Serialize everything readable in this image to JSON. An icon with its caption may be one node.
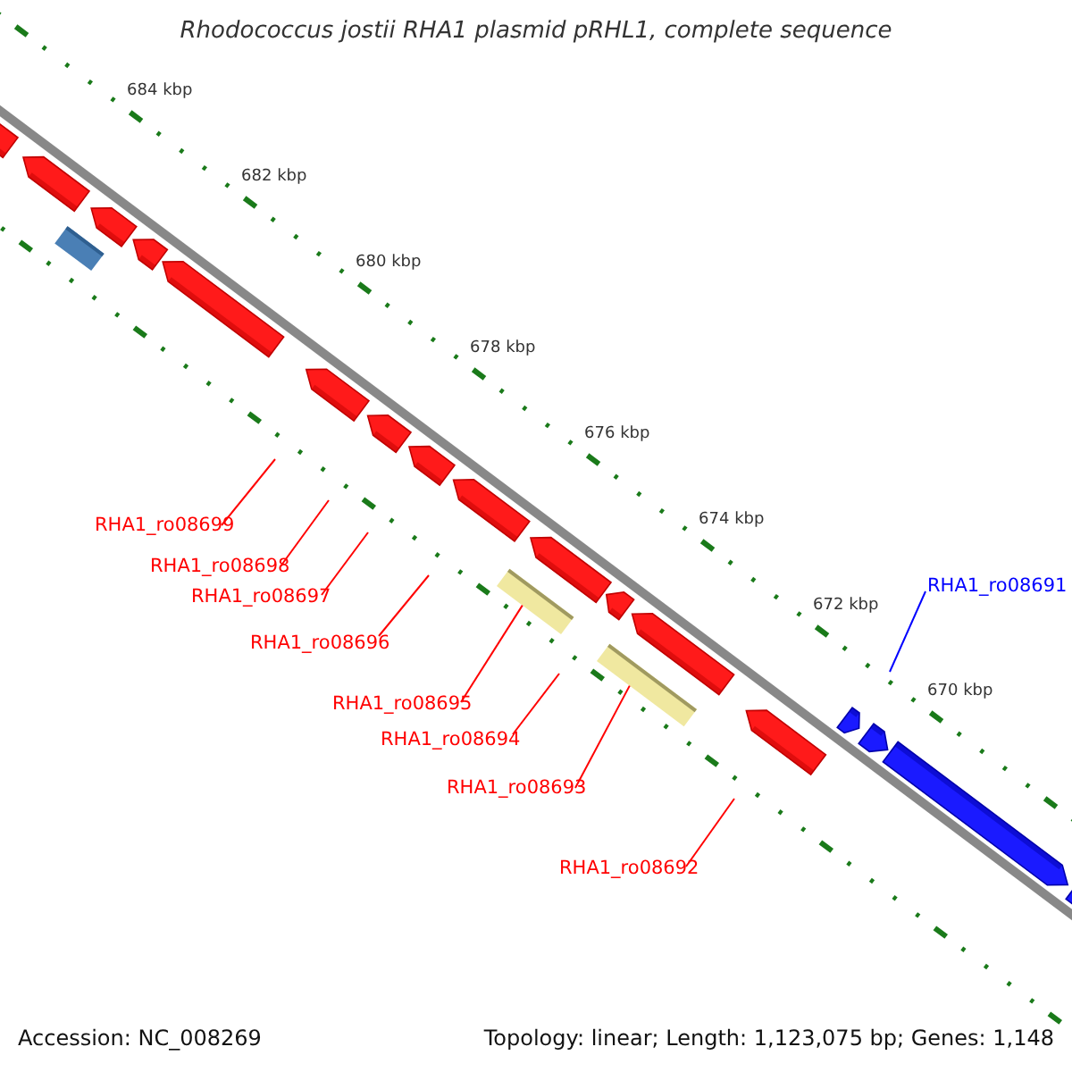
{
  "diagram": {
    "title": "Rhodococcus jostii RHA1 plasmid pRHL1, complete sequence",
    "nodes": [
      {
        "text": [
          "RHA1_ro08691"
        ]
      },
      {
        "text": [
          "RHA1_ro08699"
        ]
      },
      {
        "text": [
          "RHA1_ro08698"
        ]
      },
      {
        "text": [
          "RHA1_ro08697"
        ]
      },
      {
        "text": [
          "RHA1_ro08696"
        ]
      },
      {
        "text": [
          "RHA1_ro08695"
        ]
      },
      {
        "text": [
          "RHA1_ro08694"
        ]
      },
      {
        "text": [
          "RHA1_ro08693"
        ]
      },
      {
        "text": [
          "RHA1_ro08692"
        ]
      },
      {
        "text": [],
        "shape": "bar"
      },
      {
        "text": [],
        "shape": "bar"
      }
    ],
    "edges": [
      {
        "from": 0,
        "to": null,
        "arrow": "none",
        "color": "#0000ff"
      },
      {
        "from": 1,
        "to": null,
        "arrow": "none"
      },
      {
        "from": 2,
        "to": null,
        "arrow": "none"
      },
      {
        "from": 3,
        "to": null,
        "arrow": "none"
      },
      {
        "from": 4,
        "to": null,
        "arrow": "none"
      },
      {
        "from": 5,
        "to": 9,
        "arrow": "none"
      },
      {
        "from": 6,
        "to": null,
        "arrow": "none"
      },
      {
        "from": 7,
        "to": 10,
        "arrow": "none"
      },
      {
        "from": 8,
        "to": null,
        "arrow": "none"
      }
    ],
    "labels": [
      "684 kbp",
      "682 kbp",
      "680 kbp",
      "678 kbp",
      "676 kbp",
      "674 kbp",
      "672 kbp",
      "670 kbp",
      "Accession: NC_008269",
      "Topology: linear; Length: 1,123,075 bp; Genes: 1,148"
    ]
  }
}
